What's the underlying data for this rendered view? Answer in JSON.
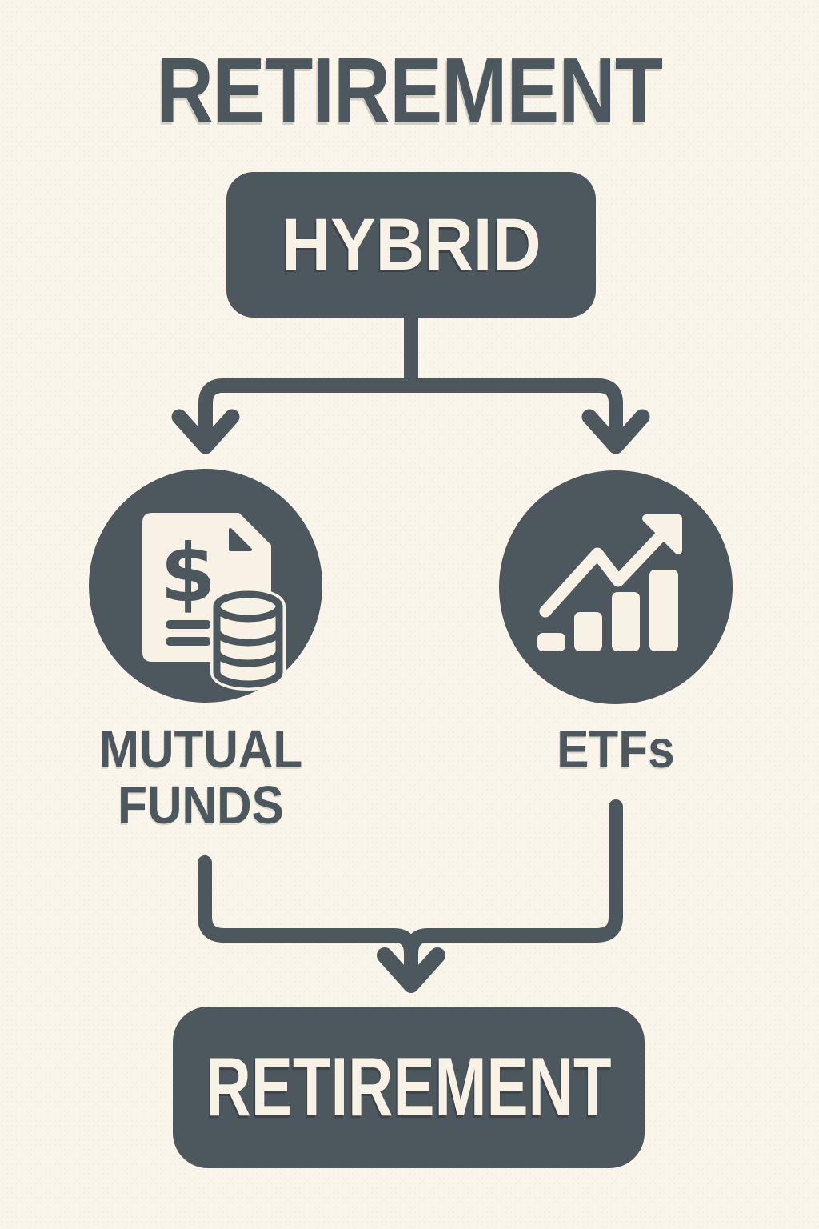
{
  "colors": {
    "background": "#f9f5ea",
    "ink": "#4d575e",
    "paper": "#f7f2e5"
  },
  "title": "RETIREMENT",
  "flow": {
    "root": {
      "label": "HYBRID"
    },
    "branches": [
      {
        "id": "mutual-funds",
        "label": "MUTUAL FUNDS",
        "icon": "fund-document-coins-icon"
      },
      {
        "id": "etfs",
        "label": "ETFs",
        "icon": "growth-bar-chart-icon"
      }
    ],
    "result": {
      "label": "RETIREMENT"
    }
  }
}
